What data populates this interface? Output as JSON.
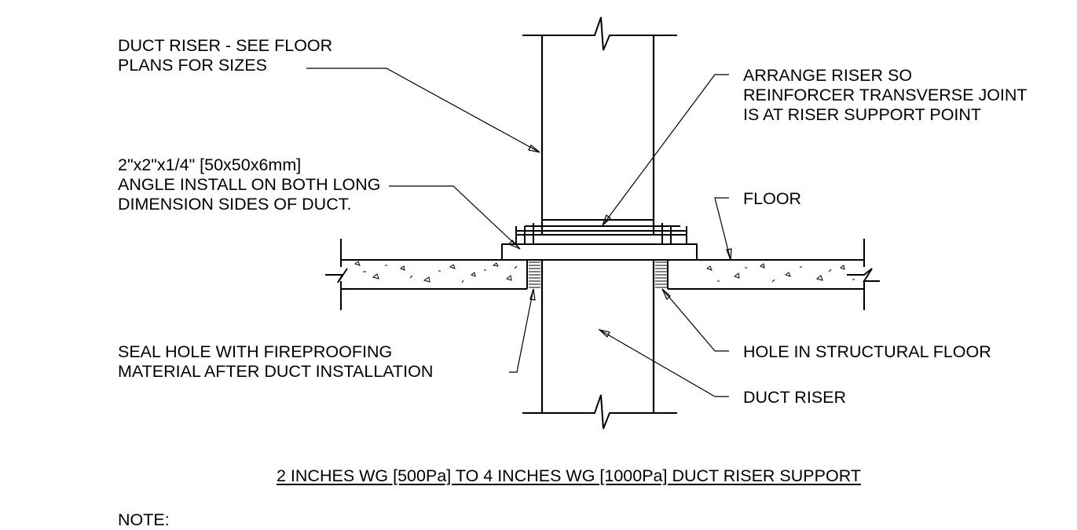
{
  "labels": {
    "duct_riser_note": "DUCT RISER - SEE FLOOR\nPLANS FOR SIZES",
    "angle_note": "2\"x2\"x1/4\" [50x50x6mm]\nANGLE INSTALL ON BOTH LONG\nDIMENSION SIDES OF DUCT.",
    "arrange_note": "ARRANGE RISER SO\nREINFORCER TRANSVERSE JOINT\nIS AT RISER SUPPORT POINT",
    "floor_note": "FLOOR",
    "seal_note": "SEAL HOLE WITH FIREPROOFING\nMATERIAL AFTER DUCT INSTALLATION",
    "hole_note": "HOLE IN STRUCTURAL FLOOR",
    "duct_riser_label": "DUCT RISER"
  },
  "title": "2 INCHES WG [500Pa] TO 4 INCHES WG [1000Pa] DUCT RISER SUPPORT",
  "note_heading": "NOTE:"
}
